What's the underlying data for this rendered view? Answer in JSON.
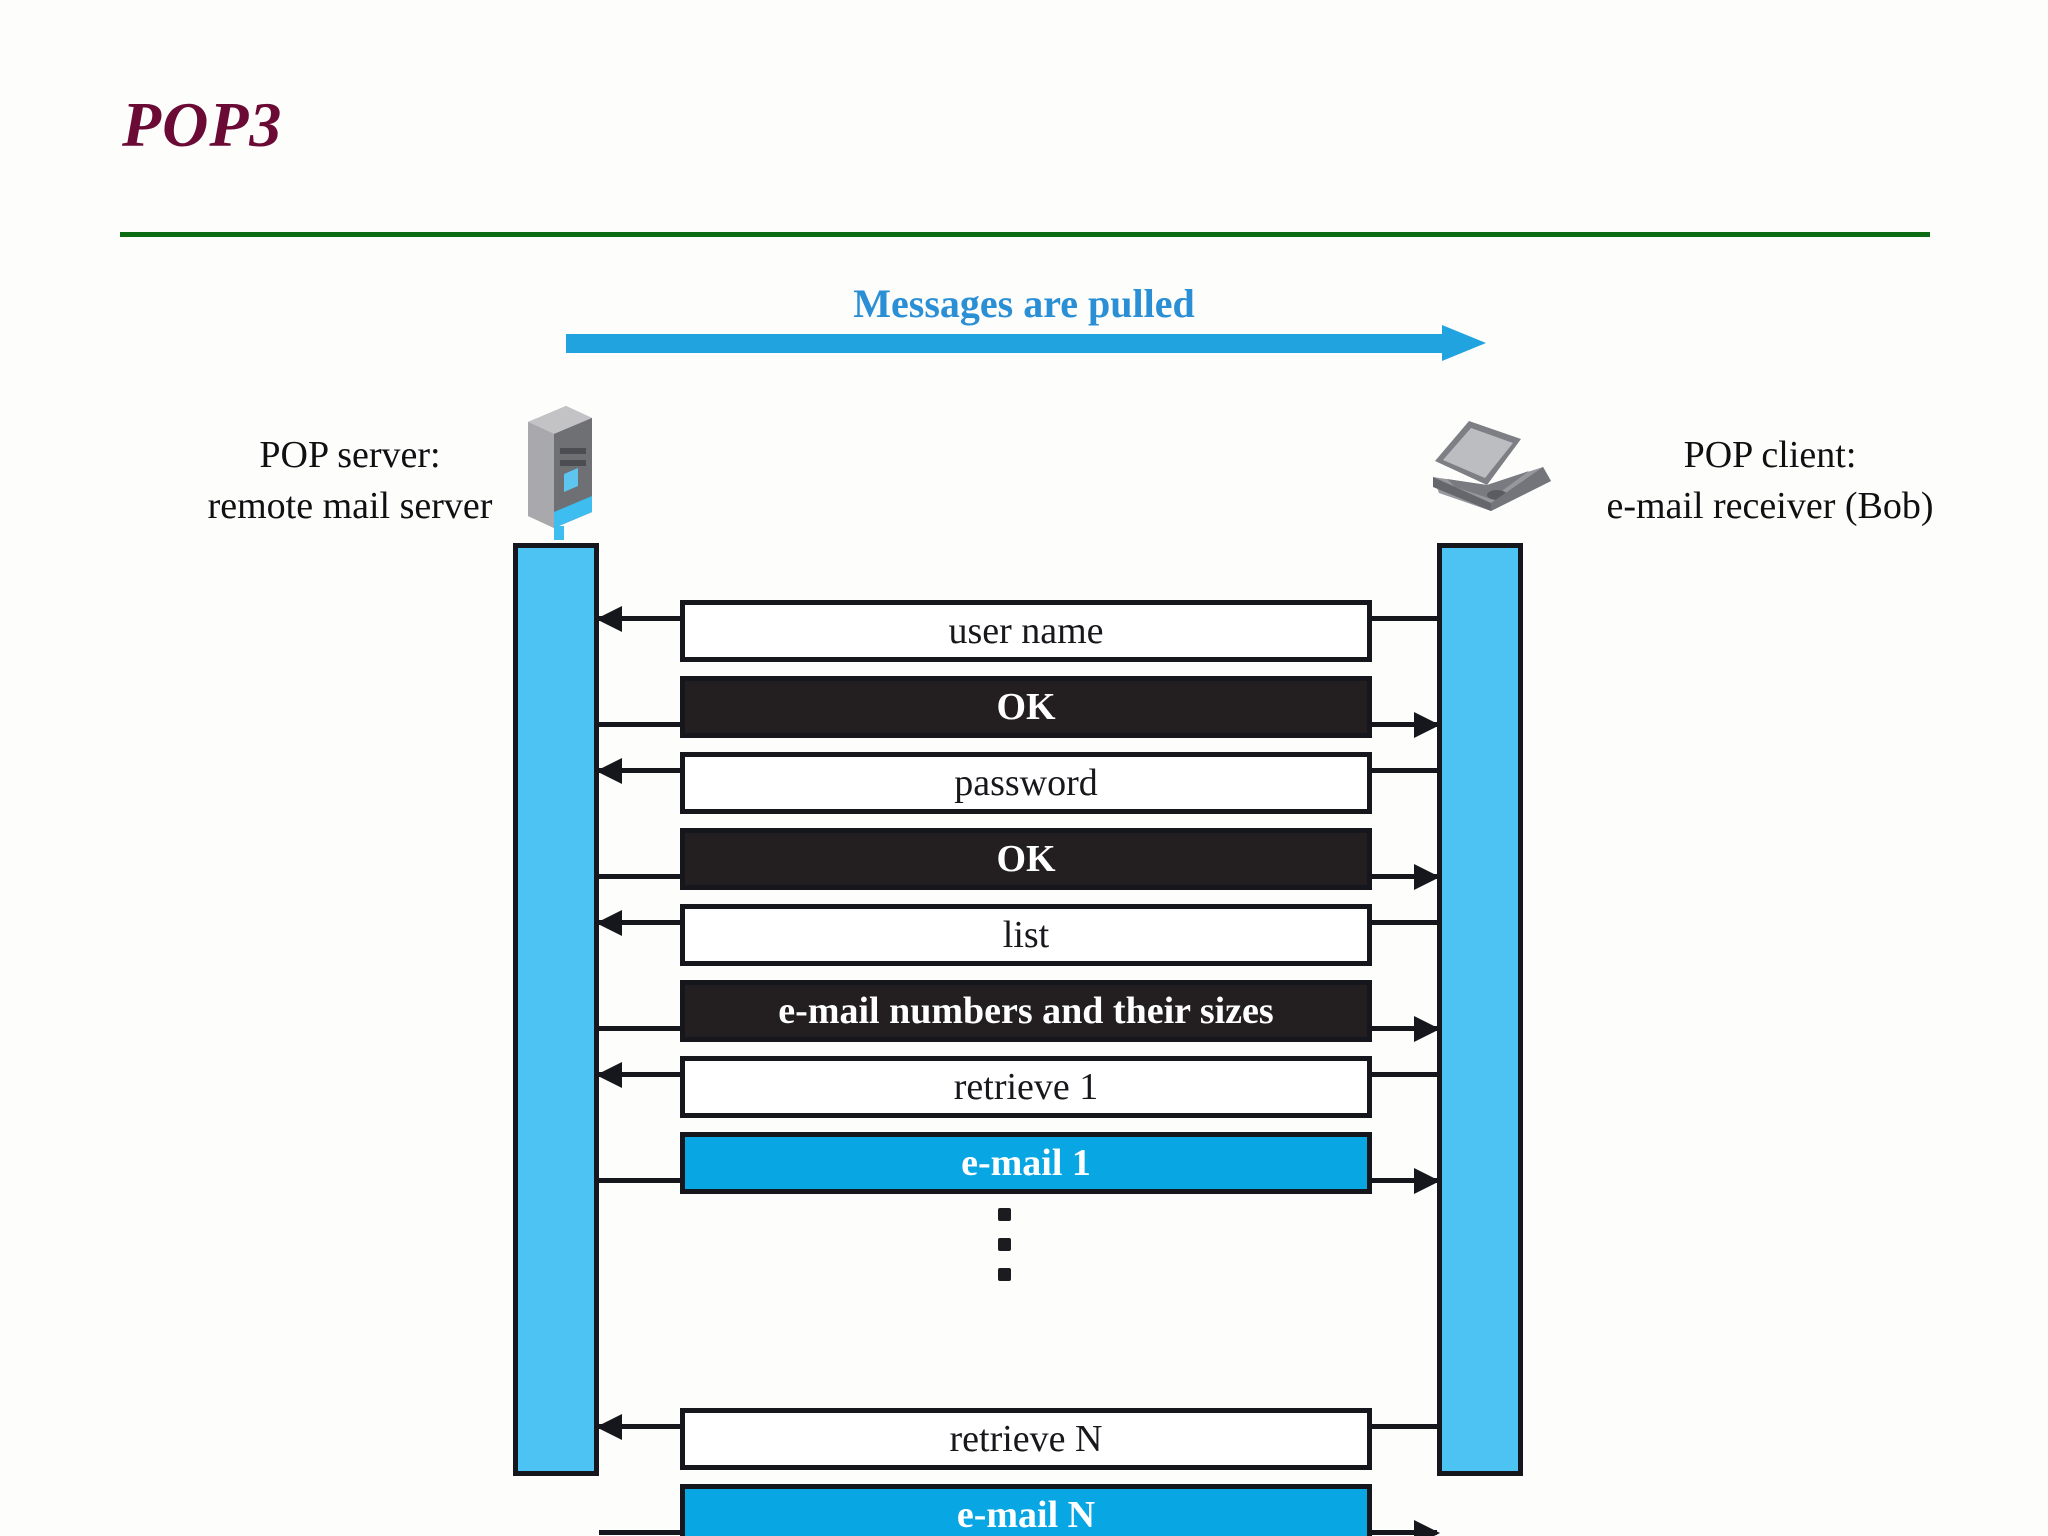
{
  "slide": {
    "title": "POP3",
    "title_color": "#6a0a35",
    "rule_color": "#0a6b12"
  },
  "banner": {
    "label": "Messages are pulled",
    "label_color": "#2a8fd4",
    "arrow_color": "#21a3e0",
    "arrow_direction": "right",
    "arrow_icon": "right-arrow-icon"
  },
  "endpoints": {
    "server": {
      "line1": "POP server:",
      "line2": "remote mail server",
      "icon": "server-tower-icon",
      "lifeline_color": "#4cc3f2"
    },
    "client": {
      "line1": "POP client:",
      "line2": "e-mail receiver (Bob)",
      "icon": "laptop-icon",
      "lifeline_color": "#4cc3f2"
    }
  },
  "sequence": {
    "ellipsis": "vertical-ellipsis",
    "messages": [
      {
        "label": "user name",
        "direction": "client-to-server",
        "style": "request",
        "bg": "#ffffff",
        "fg": "#18171b"
      },
      {
        "label": "OK",
        "direction": "server-to-client",
        "style": "response-dark",
        "bg": "#231f20",
        "fg": "#ffffff"
      },
      {
        "label": "password",
        "direction": "client-to-server",
        "style": "request",
        "bg": "#ffffff",
        "fg": "#18171b"
      },
      {
        "label": "OK",
        "direction": "server-to-client",
        "style": "response-dark",
        "bg": "#231f20",
        "fg": "#ffffff"
      },
      {
        "label": "list",
        "direction": "client-to-server",
        "style": "request",
        "bg": "#ffffff",
        "fg": "#18171b"
      },
      {
        "label": "e-mail numbers and their sizes",
        "direction": "server-to-client",
        "style": "response-dark",
        "bg": "#231f20",
        "fg": "#ffffff"
      },
      {
        "label": "retrieve 1",
        "direction": "client-to-server",
        "style": "request",
        "bg": "#ffffff",
        "fg": "#18171b"
      },
      {
        "label": "e-mail 1",
        "direction": "server-to-client",
        "style": "response-blue",
        "bg": "#09a6e4",
        "fg": "#ffffff"
      },
      {
        "label": "retrieve N",
        "direction": "client-to-server",
        "style": "request",
        "bg": "#ffffff",
        "fg": "#18171b"
      },
      {
        "label": "e-mail N",
        "direction": "server-to-client",
        "style": "response-blue",
        "bg": "#09a6e4",
        "fg": "#ffffff"
      }
    ]
  }
}
